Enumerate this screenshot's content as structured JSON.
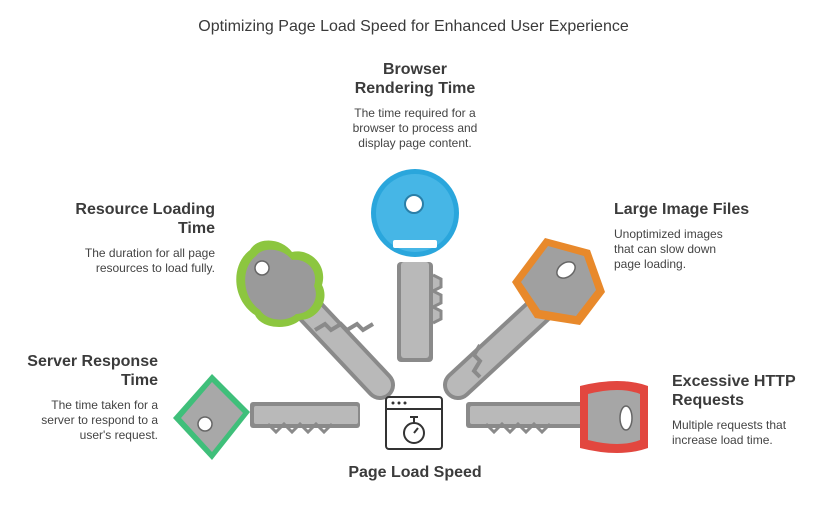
{
  "title": "Optimizing Page Load Speed for Enhanced User Experience",
  "center": {
    "label": "Page Load Speed",
    "icon": "stopwatch-browser-icon"
  },
  "factors": [
    {
      "id": "browser",
      "title_line1": "Browser",
      "title_line2": "Rendering Time",
      "desc_line1": "The time required for a",
      "desc_line2": "browser to process and",
      "desc_line3": "display page content.",
      "color": "#2aa6dc"
    },
    {
      "id": "resource",
      "title_line1": "Resource Loading",
      "title_line2": "Time",
      "desc_line1": "The duration for all page",
      "desc_line2": "resources to load fully.",
      "desc_line3": "",
      "color": "#8cc63f"
    },
    {
      "id": "images",
      "title_line1": "Large Image Files",
      "title_line2": "",
      "desc_line1": "Unoptimized images",
      "desc_line2": "that can slow down",
      "desc_line3": "page loading.",
      "color": "#e8892b"
    },
    {
      "id": "server",
      "title_line1": "Server Response",
      "title_line2": "Time",
      "desc_line1": "The time taken for a",
      "desc_line2": "server to respond to a",
      "desc_line3": "user's request.",
      "color": "#3fbf7a"
    },
    {
      "id": "http",
      "title_line1": "Excessive HTTP",
      "title_line2": "Requests",
      "desc_line1": "Multiple requests that",
      "desc_line2": "increase load time.",
      "desc_line3": "",
      "color": "#e2473f"
    }
  ]
}
